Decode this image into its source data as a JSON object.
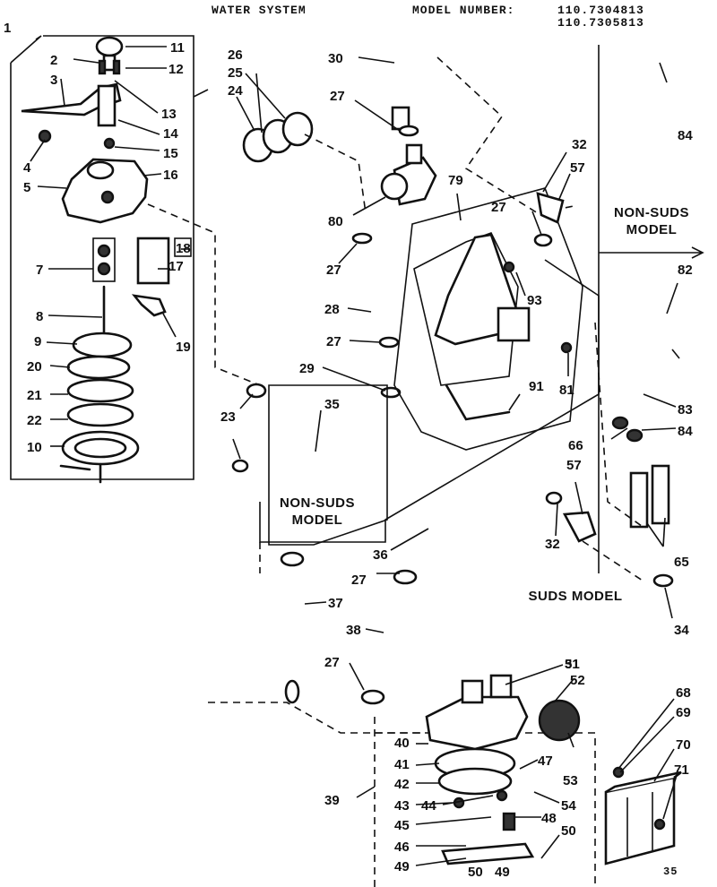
{
  "header": {
    "section": "WATER SYSTEM",
    "model_label": "MODEL NUMBER:",
    "model_numbers": [
      "110.7304813",
      "110.7305813"
    ]
  },
  "labels": {
    "non_suds_upper": [
      "NON-SUDS",
      "MODEL"
    ],
    "non_suds_middle": [
      "NON-SUDS",
      "MODEL"
    ],
    "suds_model": "SUDS MODEL"
  },
  "page_ref": "35",
  "callouts": [
    "1",
    "2",
    "3",
    "4",
    "5",
    "7",
    "8",
    "9",
    "10",
    "11",
    "12",
    "13",
    "14",
    "15",
    "16",
    "17",
    "18",
    "19",
    "20",
    "21",
    "22",
    "23",
    "24",
    "25",
    "26",
    "27",
    "28",
    "29",
    "30",
    "31",
    "32",
    "34",
    "35",
    "36",
    "37",
    "38",
    "39",
    "40",
    "41",
    "42",
    "43",
    "44",
    "45",
    "46",
    "47",
    "48",
    "49",
    "50",
    "51",
    "52",
    "53",
    "54",
    "57",
    "65",
    "66",
    "68",
    "69",
    "70",
    "71",
    "79",
    "80",
    "81",
    "82",
    "83",
    "84",
    "91",
    "93"
  ]
}
